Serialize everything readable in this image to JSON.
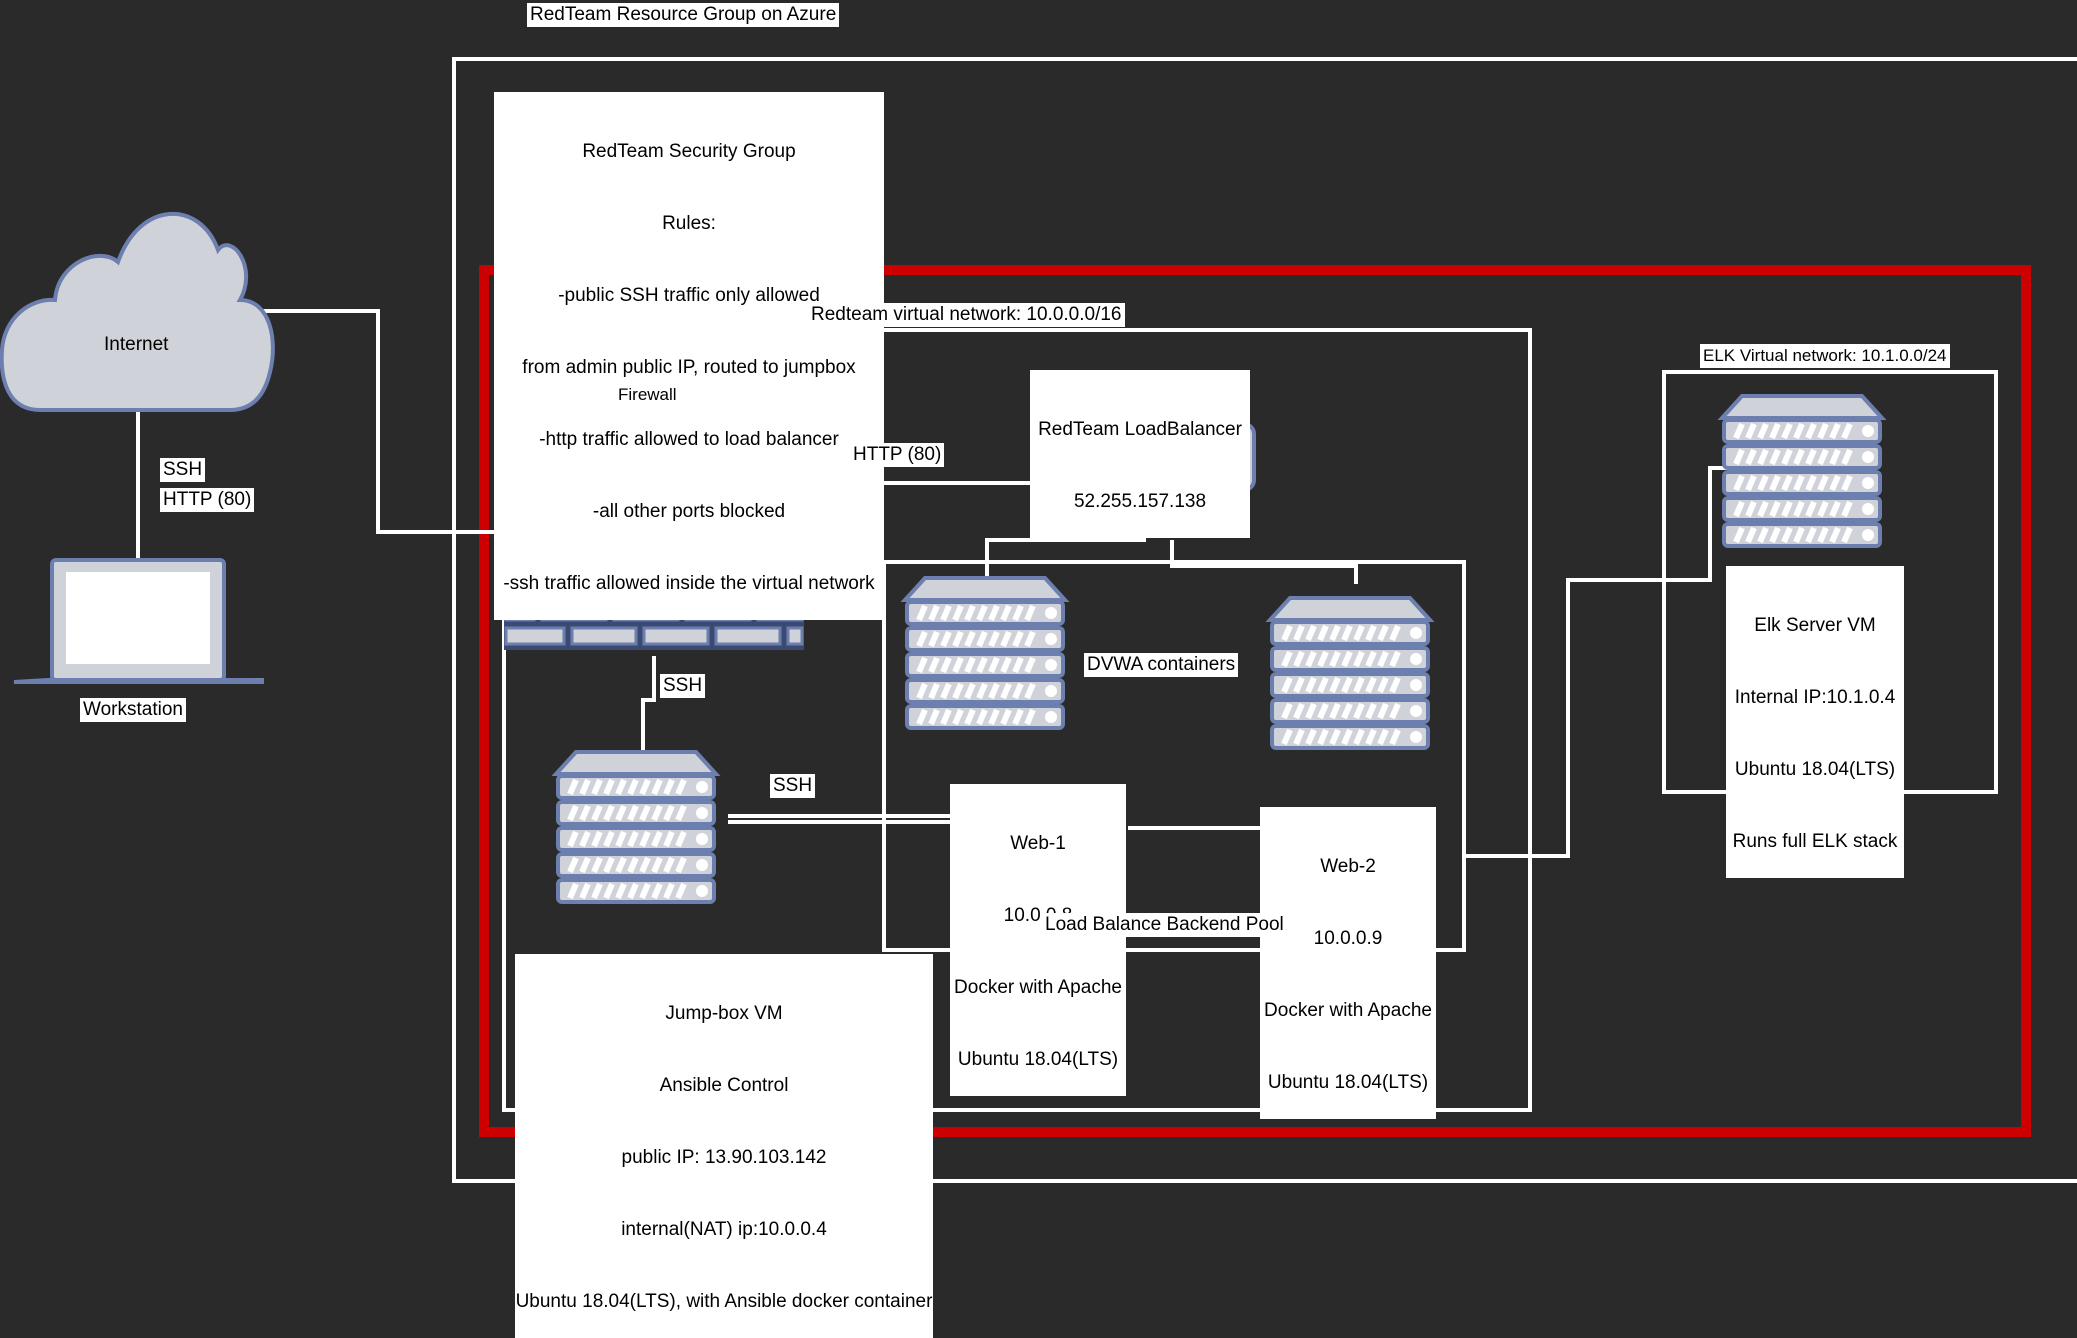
{
  "resource_group": {
    "title": "RedTeam Resource Group on Azure"
  },
  "security_group": {
    "lines": [
      "RedTeam Security Group",
      "Rules:",
      "-public SSH traffic only allowed",
      "from admin public IP, routed to jumpbox",
      "-http traffic allowed to load balancer",
      "-all other ports blocked",
      "-ssh traffic allowed inside the virtual network"
    ]
  },
  "internet": {
    "label": "Internet"
  },
  "workstation": {
    "label": "Workstation"
  },
  "links": {
    "internet_workstation": [
      "SSH",
      "HTTP (80)"
    ],
    "firewall_lb": "HTTP (80)",
    "firewall_jumpbox": "SSH",
    "jumpbox_webs": "SSH"
  },
  "redteam_vnet": {
    "title": "Redteam virtual network: 10.0.0.0/16"
  },
  "firewall": {
    "label": "Firewall"
  },
  "load_balancer": {
    "lines": [
      "RedTeam LoadBalancer",
      "52.255.157.138"
    ]
  },
  "backend_pool": {
    "title": "Load Balance Backend Pool",
    "containers_label": "DVWA containers"
  },
  "web1": {
    "lines": [
      "Web-1",
      "10.0.0.8",
      "Docker with Apache",
      "Ubuntu 18.04(LTS)"
    ]
  },
  "web2": {
    "lines": [
      "Web-2",
      "10.0.0.9",
      "Docker with Apache",
      "Ubuntu 18.04(LTS)"
    ]
  },
  "jumpbox": {
    "lines": [
      "Jump-box VM",
      "Ansible Control",
      "public IP: 13.90.103.142",
      "internal(NAT) ip:10.0.0.4",
      "Ubuntu 18.04(LTS), with Ansible docker container"
    ]
  },
  "elk_vnet": {
    "title": "ELK Virtual network: 10.1.0.0/24"
  },
  "elk_server": {
    "lines": [
      "Elk Server VM",
      "Internal IP:10.1.0.4",
      "Ubuntu 18.04(LTS)",
      "Runs full ELK stack"
    ]
  },
  "colors": {
    "background": "#2a2a2a",
    "security_border": "#cc0000",
    "lines": "#ffffff",
    "device_fill": "#cfd2d8",
    "device_stroke": "#6c7fae"
  }
}
